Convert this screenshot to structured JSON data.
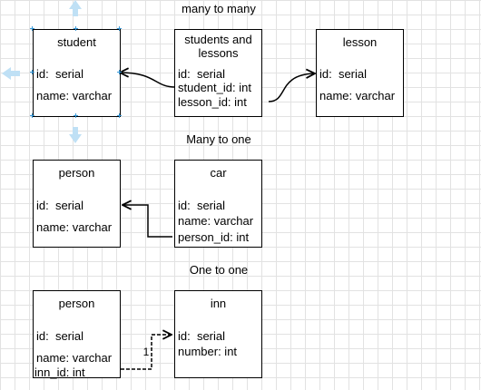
{
  "sections": {
    "many_to_many": "many to many",
    "many_to_one": "Many to one",
    "one_to_one": "One to one"
  },
  "tables": {
    "student": {
      "title": "student",
      "fields": [
        "id:  serial",
        "name: varchar"
      ]
    },
    "students_and_lessons": {
      "title": "students and\nlessons",
      "fields": [
        "id:  serial",
        "student_id: int",
        "lesson_id: int"
      ]
    },
    "lesson": {
      "title": "lesson",
      "fields": [
        "id:  serial",
        "name: varchar"
      ]
    },
    "person_m2o": {
      "title": "person",
      "fields": [
        "id:  serial",
        "name: varchar"
      ]
    },
    "car": {
      "title": "car",
      "fields": [
        "id:  serial",
        "name: varchar",
        "person_id: int"
      ]
    },
    "person_o2o": {
      "title": "person",
      "fields": [
        "id:  serial",
        "name: varchar",
        "inn_id: int"
      ]
    },
    "inn": {
      "title": "inn",
      "fields": [
        "id:  serial",
        "number: int"
      ]
    }
  },
  "connectors": {
    "one_to_one_multiplicity": "1"
  },
  "colors": {
    "selection": "#3a9ad9",
    "arrow_hint": "#bfe0f5",
    "grid": "#e2e2e2"
  }
}
